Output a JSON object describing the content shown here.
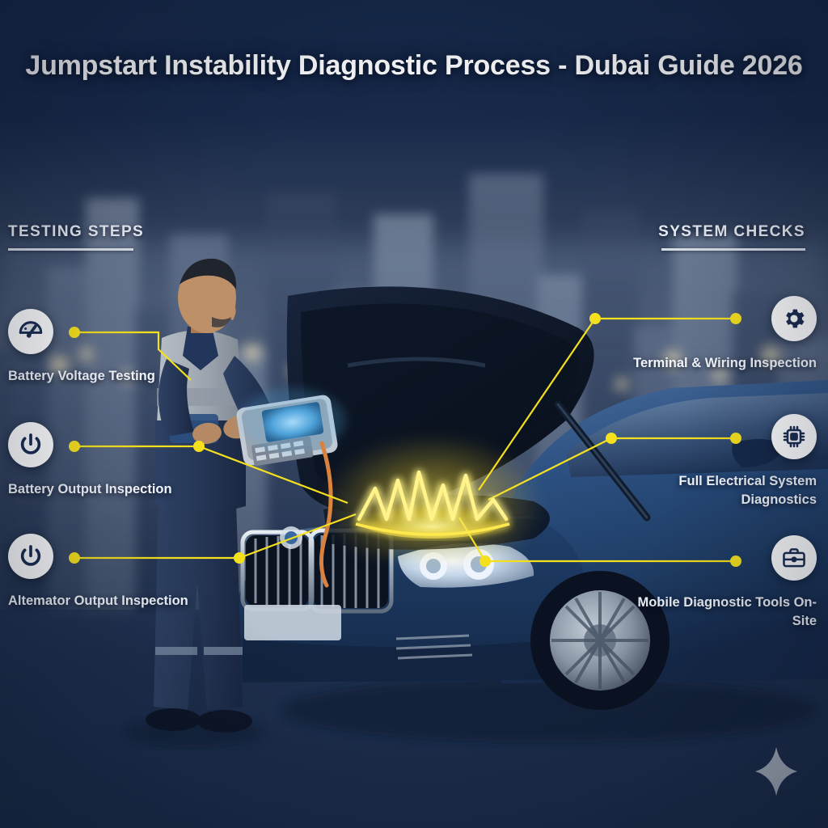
{
  "title": "Jumpstart Instability Diagnostic Process - Dubai Guide 2026",
  "sections": {
    "left": {
      "heading": "TESTING STEPS"
    },
    "right": {
      "heading": "SYSTEM CHECKS"
    }
  },
  "testing_steps": [
    {
      "icon": "gauge-icon",
      "label": "Battery Voltage Testing"
    },
    {
      "icon": "power-button-icon",
      "label": "Battery Output Inspection"
    },
    {
      "icon": "power-button-icon",
      "label": "Altemator Output Inspection"
    }
  ],
  "system_checks": [
    {
      "icon": "gear-icon",
      "label": "Terminal & Wiring Inspection"
    },
    {
      "icon": "microchip-icon",
      "label": "Full Electrical System Diagnostics"
    },
    {
      "icon": "toolbox-icon",
      "label": "Mobile Diagnostic Tools On-Site"
    }
  ],
  "decor": {
    "center_graphic": "electrical-waveform-glow",
    "sparkle": "four-point-star-icon"
  },
  "colors": {
    "background_top": "#16294a",
    "background_bottom": "#1b2c49",
    "accent_line": "#f5e01e",
    "icon_fill": "#1b2d52",
    "icon_circle": "#fdfdfd",
    "text": "#f2f5fa",
    "car_body": "#24436f"
  }
}
